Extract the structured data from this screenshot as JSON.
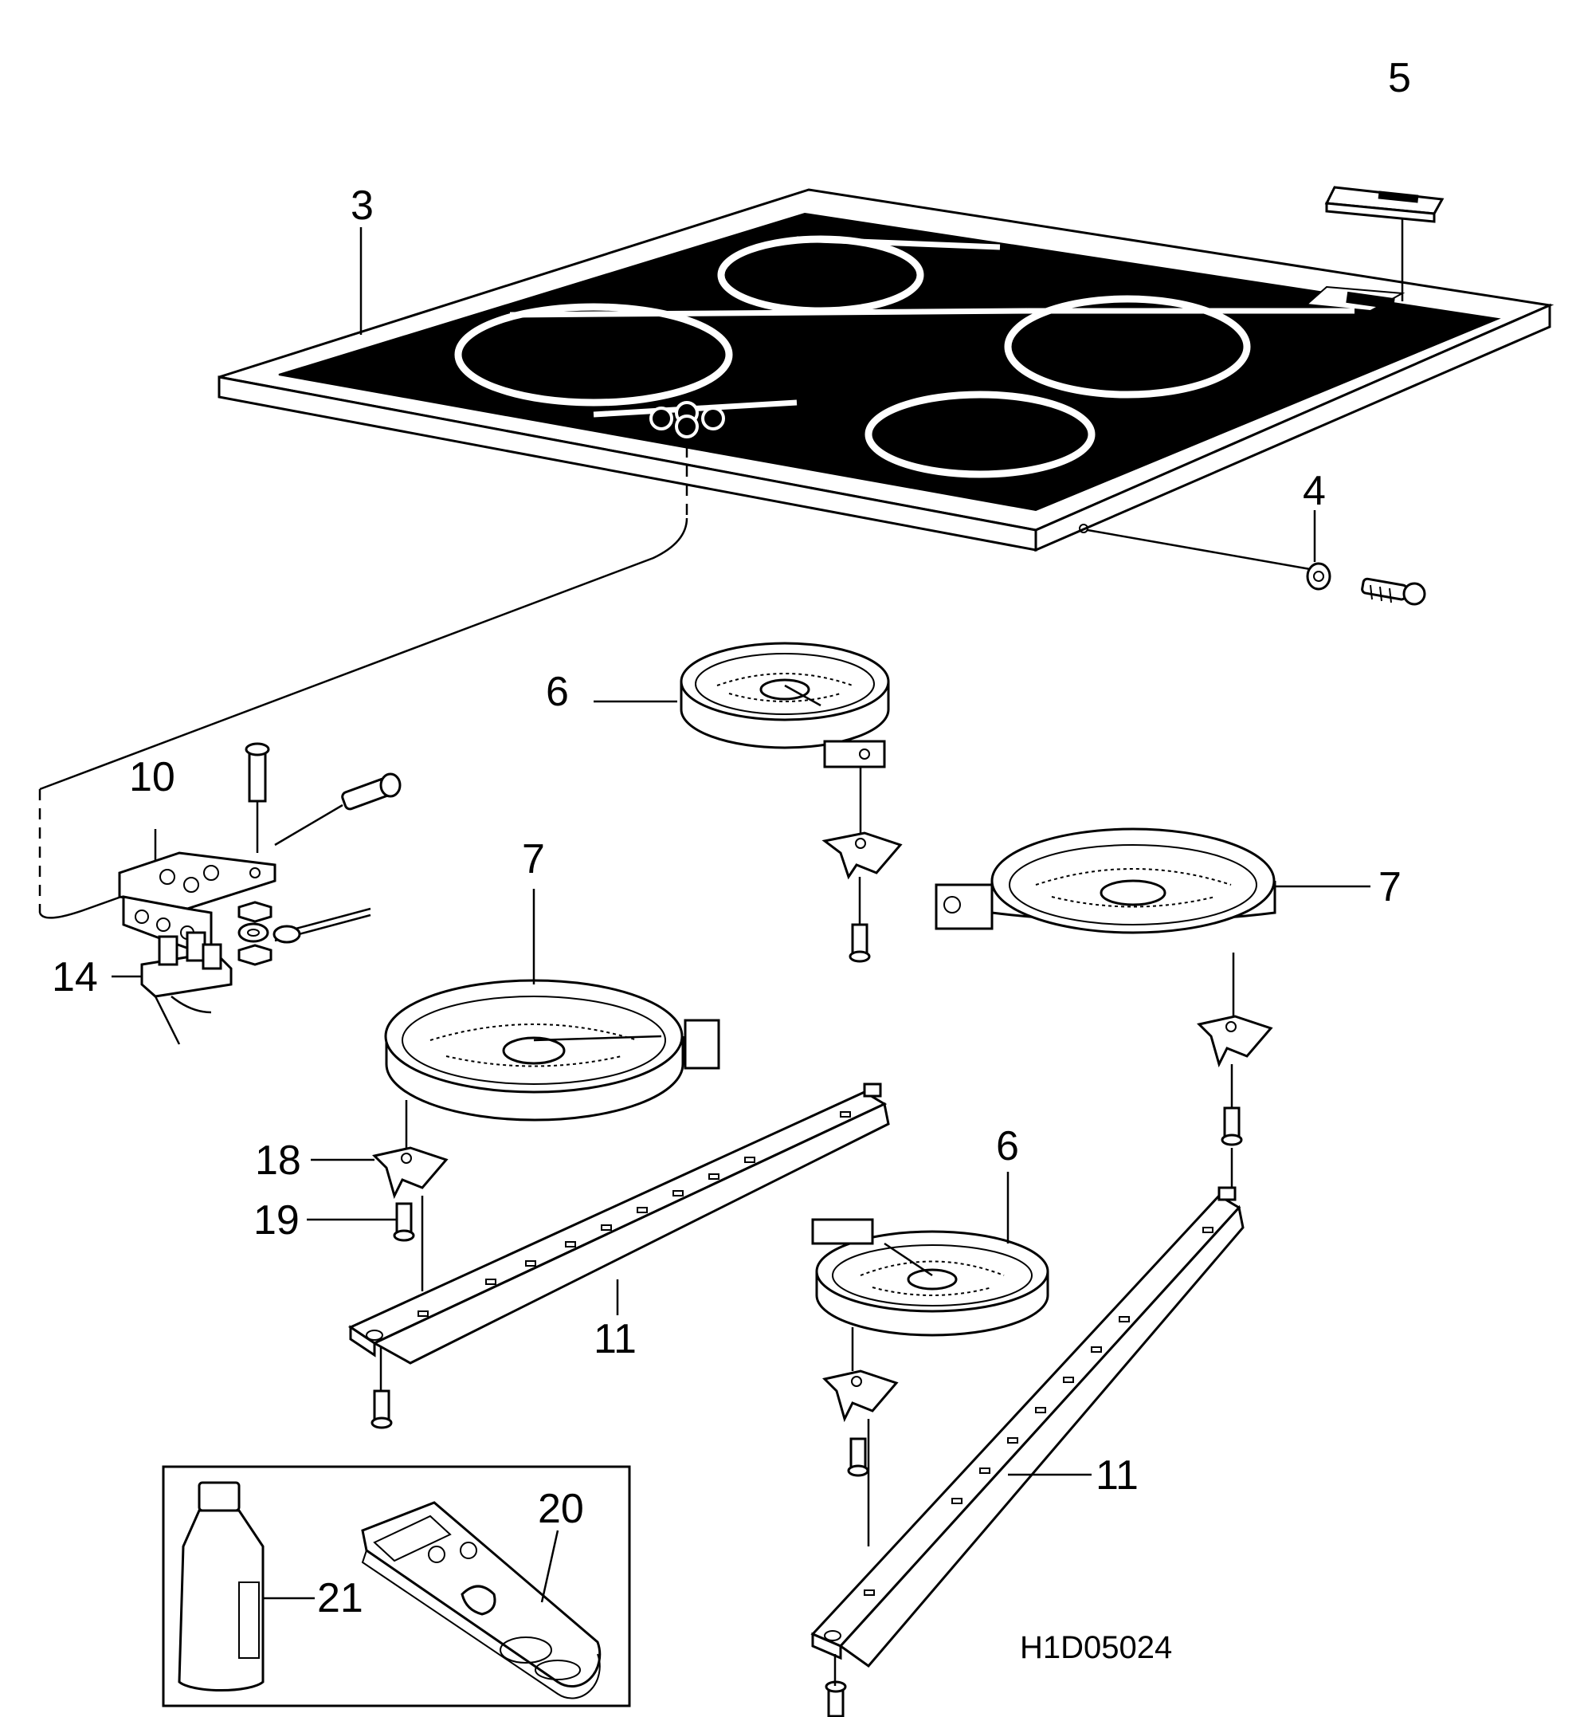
{
  "diagram": {
    "drawing_code": "H1D05024",
    "callouts": {
      "c3": "3",
      "c4": "4",
      "c5": "5",
      "c6a": "6",
      "c6b": "6",
      "c7a": "7",
      "c7b": "7",
      "c10": "10",
      "c11a": "11",
      "c11b": "11",
      "c14": "14",
      "c18": "18",
      "c19": "19",
      "c20": "20",
      "c21": "21"
    }
  }
}
